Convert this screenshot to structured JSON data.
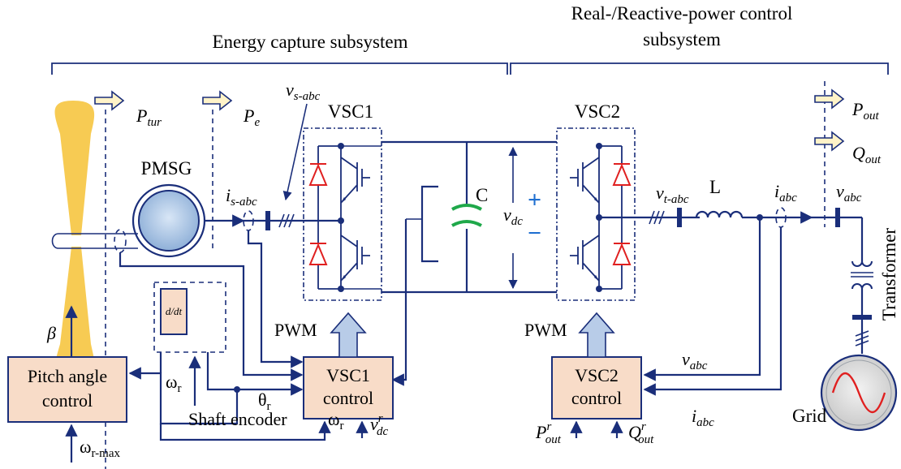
{
  "sections": {
    "energy_capture": "Energy capture subsystem",
    "power_control_line1": "Real-/Reactive-power control",
    "power_control_line2": "subsystem"
  },
  "components": {
    "pmsg": "PMSG",
    "vsc1": "VSC1",
    "vsc2": "VSC2",
    "capacitor": "C",
    "inductor": "L",
    "transformer": "Transformer",
    "grid": "Grid",
    "ddt": "d/dt",
    "pwm1": "PWM",
    "pwm2": "PWM",
    "shaft_encoder": "Shaft encoder"
  },
  "control_blocks": {
    "pitch_line1": "Pitch angle",
    "pitch_line2": "control",
    "vsc1_line1": "VSC1",
    "vsc1_line2": "control",
    "vsc2_line1": "VSC2",
    "vsc2_line2": "control"
  },
  "signals": {
    "p_tur": {
      "main": "P",
      "sub": "tur"
    },
    "p_e": {
      "main": "P",
      "sub": "e"
    },
    "p_out": {
      "main": "P",
      "sub": "out"
    },
    "q_out": {
      "main": "Q",
      "sub": "out"
    },
    "v_s_abc": {
      "main": "v",
      "sub": "s-abc"
    },
    "i_s_abc": {
      "main": "i",
      "sub": "s-abc"
    },
    "v_t_abc": {
      "main": "v",
      "sub": "t-abc"
    },
    "i_abc": {
      "main": "i",
      "sub": "abc"
    },
    "v_abc": {
      "main": "v",
      "sub": "abc"
    },
    "v_abc_fb": {
      "main": "v",
      "sub": "abc"
    },
    "i_abc_fb": {
      "main": "i",
      "sub": "abc"
    },
    "v_dc": {
      "main": "v",
      "sub": "dc"
    },
    "v_dc_ref": {
      "main": "v",
      "sub": "dc",
      "sup": "r"
    },
    "p_out_ref": {
      "main": "P",
      "sub": "out",
      "sup": "r"
    },
    "q_out_ref": {
      "main": "Q",
      "sub": "out",
      "sup": "r"
    },
    "beta": "β",
    "omega_r_1": {
      "main": "ω",
      "sub": "r"
    },
    "omega_r_2": {
      "main": "ω",
      "sub": "r"
    },
    "theta_r": {
      "main": "θ",
      "sub": "r"
    },
    "omega_r_max": {
      "main": "ω",
      "sub": "r-max"
    },
    "plus": "+",
    "minus": "−"
  },
  "colors": {
    "wire": "#1a2e7a",
    "block_fill": "#f8dcc8",
    "diode": "#e02020",
    "blade": "#f7c84a",
    "capacitor": "#1fa84a",
    "polarity": "#1f6fd0"
  }
}
